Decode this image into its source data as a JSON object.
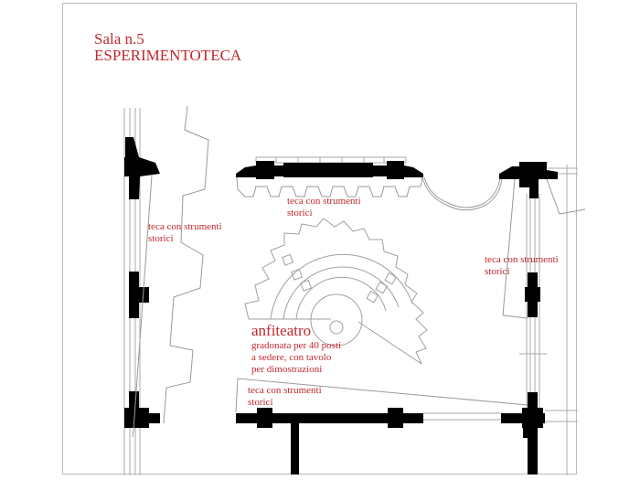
{
  "title": {
    "room": "Sala n.5",
    "name": "ESPERIMENTOTECA"
  },
  "labels": {
    "left_case": {
      "line1": "teca con strumenti",
      "line2": "storici"
    },
    "top_case": {
      "line1": "teca con strumenti",
      "line2": "storici"
    },
    "right_case": {
      "line1": "teca con strumenti",
      "line2": "storici"
    },
    "bottom_case": {
      "line1": "teca con strumenti",
      "line2": "storici"
    },
    "amphitheatre": {
      "heading": "anfiteatro",
      "line1": "gradonata per 40 posti",
      "line2": "a sedere, con tavolo",
      "line3": "per dimostrazioni"
    }
  },
  "colors": {
    "label": "#c0272d",
    "wall": "#000000",
    "line": "#9a9a9a",
    "frame": "#bdbdbd"
  }
}
